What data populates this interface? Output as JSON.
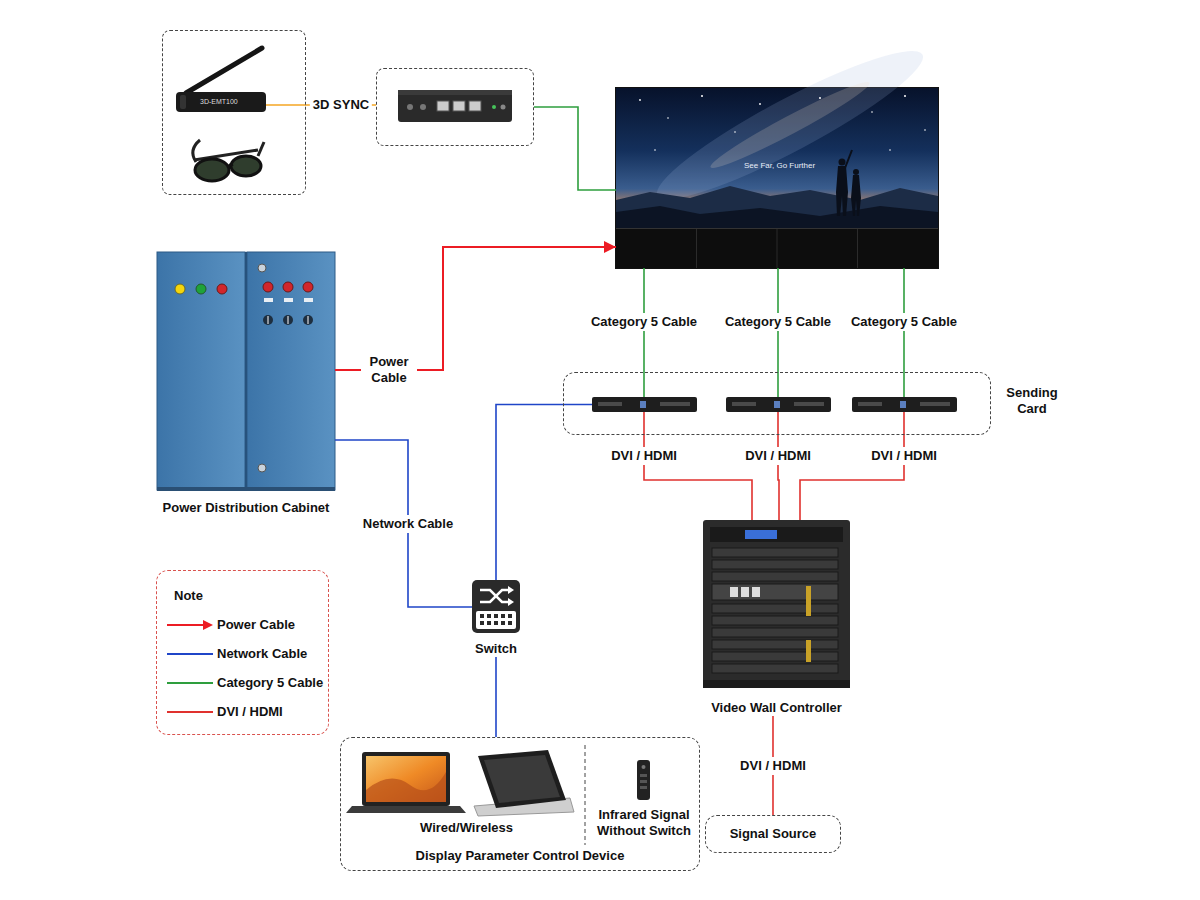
{
  "diagram": {
    "nodes": [
      {
        "text": []
      },
      {
        "text": []
      },
      {
        "text": [
          "See Far, Go Further"
        ]
      },
      {
        "text": [
          "Power Distribution Cabinet"
        ]
      },
      {
        "text": [
          "Sending Card"
        ]
      },
      {
        "text": [],
        "in": 4
      },
      {
        "text": [],
        "in": 4
      },
      {
        "text": [],
        "in": 4
      },
      {
        "text": [
          "Video Wall Controller"
        ]
      },
      {
        "text": [
          "Switch"
        ]
      },
      {
        "text": [
          "Display Parameter Control Device"
        ]
      },
      {
        "text": [
          "Wired/Wireless"
        ],
        "in": 10
      },
      {
        "text": [
          "Infrared Signal Without Switch"
        ],
        "in": 10
      },
      {
        "text": [
          "Signal Source"
        ]
      }
    ],
    "edges": [
      {
        "from": 0,
        "to": 1,
        "arrow": "none",
        "label": "3D SYNC"
      },
      {
        "from": 1,
        "to": 2,
        "arrow": "none"
      },
      {
        "from": 3,
        "to": 2,
        "arrow": "to",
        "label": "Power Cable"
      },
      {
        "from": 3,
        "to": 9,
        "arrow": "none",
        "label": "Network Cable"
      },
      {
        "from": 9,
        "to": 5,
        "arrow": "none"
      },
      {
        "from": 2,
        "to": 5,
        "arrow": "none",
        "label": "Category 5 Cable"
      },
      {
        "from": 2,
        "to": 6,
        "arrow": "none",
        "label": "Category 5 Cable"
      },
      {
        "from": 2,
        "to": 7,
        "arrow": "none",
        "label": "Category 5 Cable"
      },
      {
        "from": 5,
        "to": 8,
        "arrow": "none",
        "label": "DVI / HDMI"
      },
      {
        "from": 6,
        "to": 8,
        "arrow": "none",
        "label": "DVI / HDMI"
      },
      {
        "from": 7,
        "to": 8,
        "arrow": "none",
        "label": "DVI / HDMI"
      },
      {
        "from": 8,
        "to": 13,
        "arrow": "none",
        "label": "DVI / HDMI"
      },
      {
        "from": 9,
        "to": 10,
        "arrow": "none"
      }
    ],
    "labels": [
      "3D-EMT100",
      "Note"
    ],
    "legend": [
      {
        "text": "Power Cable"
      },
      {
        "text": "Network Cable"
      },
      {
        "text": "Category 5 Cable"
      },
      {
        "text": "DVI / HDMI"
      }
    ]
  }
}
